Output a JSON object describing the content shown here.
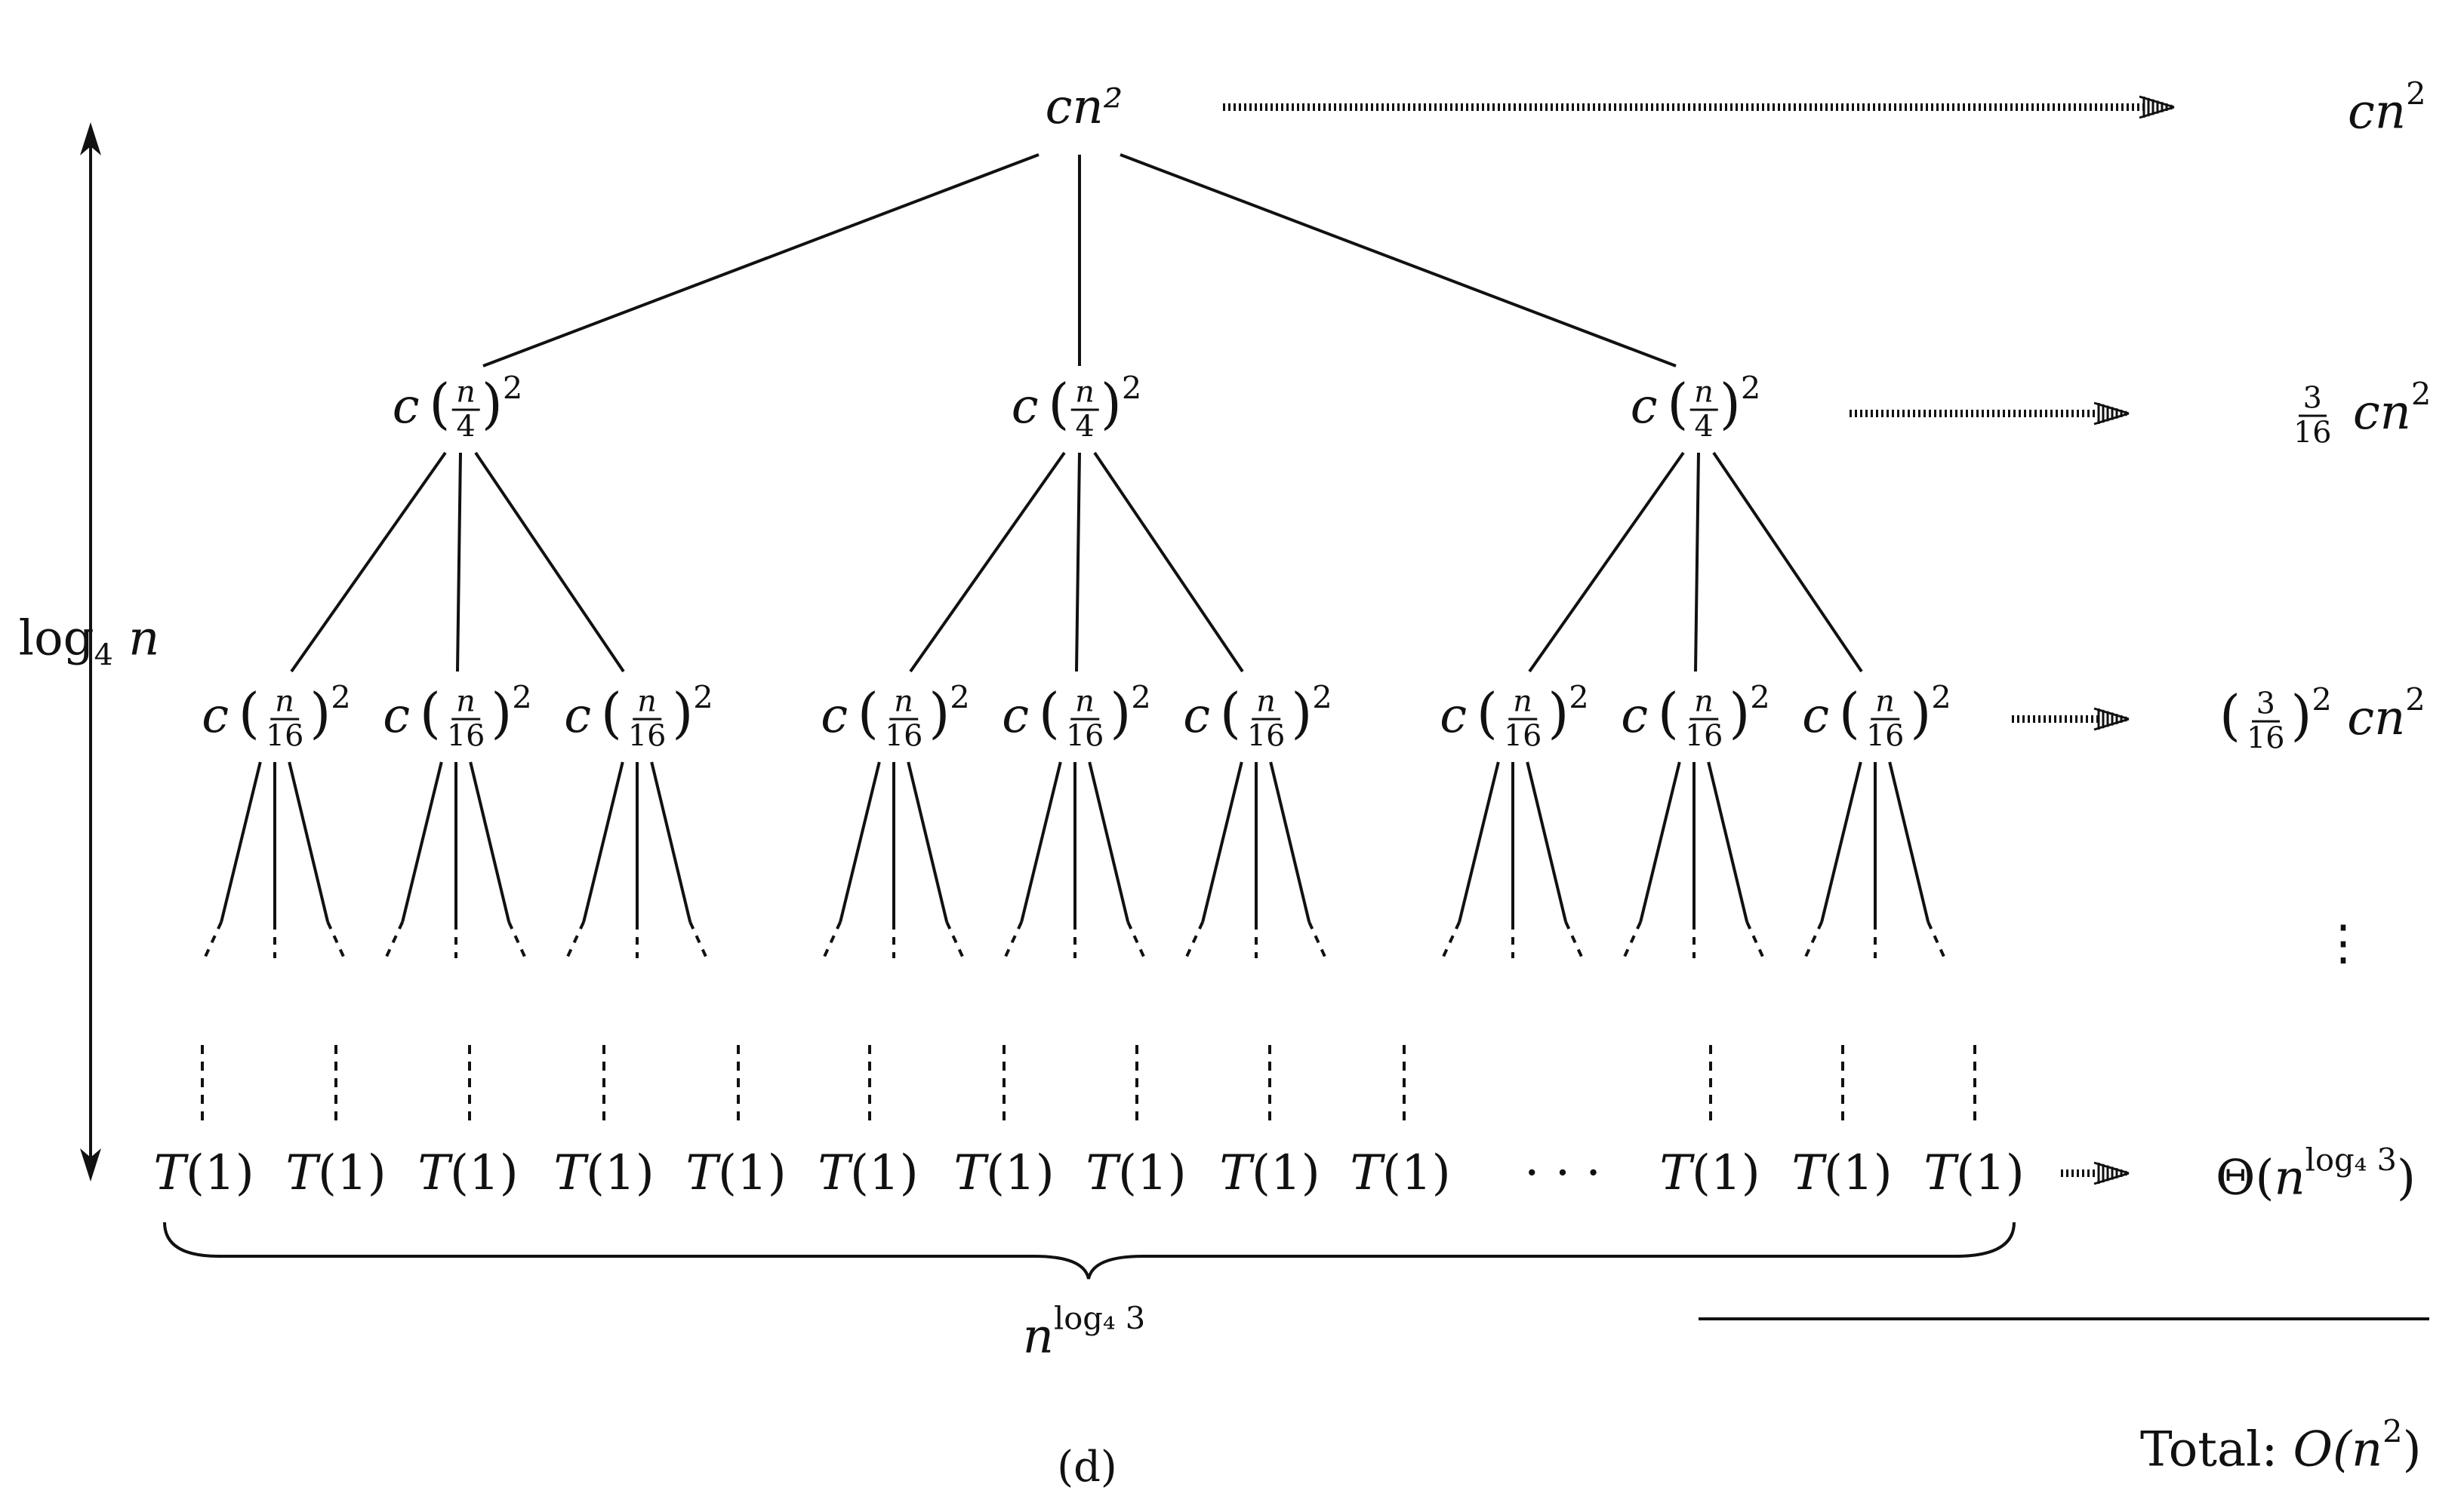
{
  "diagram": {
    "root": "cn²",
    "level1_node": {
      "coef": "c",
      "num": "n",
      "den": "4",
      "exp": "2"
    },
    "level2_node": {
      "coef": "c",
      "num": "n",
      "den": "16",
      "exp": "2"
    },
    "leaf": {
      "fn": "T",
      "arg": "(1)"
    },
    "ellipsis": "· · ·",
    "vdots": "⋮",
    "height_label": {
      "base": "log",
      "sub": "4",
      "var": "n"
    },
    "leaf_count_label": {
      "base": "n",
      "sup": "log₄ 3"
    },
    "level_costs": {
      "l0": {
        "text": "cn",
        "exp": "2"
      },
      "l1": {
        "num": "3",
        "den": "16",
        "text": "cn",
        "exp": "2"
      },
      "l2": {
        "num": "3",
        "den": "16",
        "exp": "2",
        "text": "cn",
        "exp2": "2"
      },
      "leaves": {
        "theta": "Θ(",
        "base": "n",
        "sup": "log₄ 3",
        "close": ")"
      }
    },
    "total": {
      "label": "Total:",
      "value": "O(",
      "base": "n",
      "exp": "2",
      "close": ")"
    },
    "caption": "(d)"
  }
}
